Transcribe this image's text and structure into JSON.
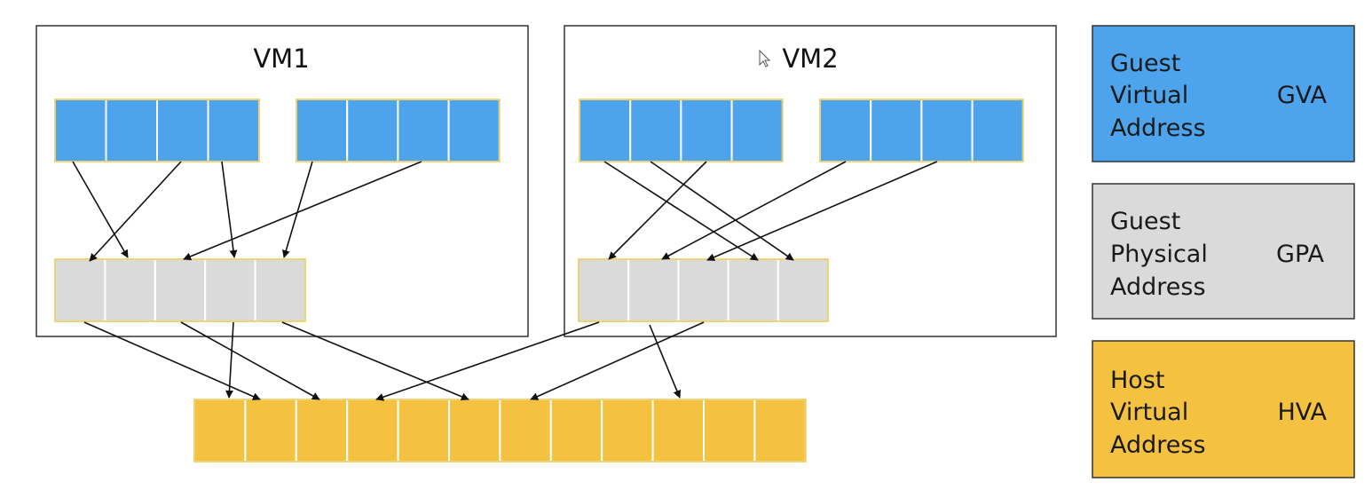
{
  "vms": [
    {
      "title": "VM1"
    },
    {
      "title": "VM2"
    }
  ],
  "legend": [
    {
      "lines": [
        "Guest",
        "Virtual",
        "Address"
      ],
      "abbr": "GVA",
      "color": "#4da3ec"
    },
    {
      "lines": [
        "Guest",
        "Physical",
        "Address"
      ],
      "abbr": "GPA",
      "color": "#dadada"
    },
    {
      "lines": [
        "Host",
        "Virtual",
        "Address"
      ],
      "abbr": "HVA",
      "color": "#f4c141"
    }
  ],
  "colors": {
    "gva": "#4da3ec",
    "gpa": "#dadada",
    "hva": "#f4c141",
    "cell_border": "#e8c64a",
    "frame": "#333333",
    "arrow": "#111111"
  },
  "icons": {
    "cursor": "mouse-pointer-icon"
  }
}
